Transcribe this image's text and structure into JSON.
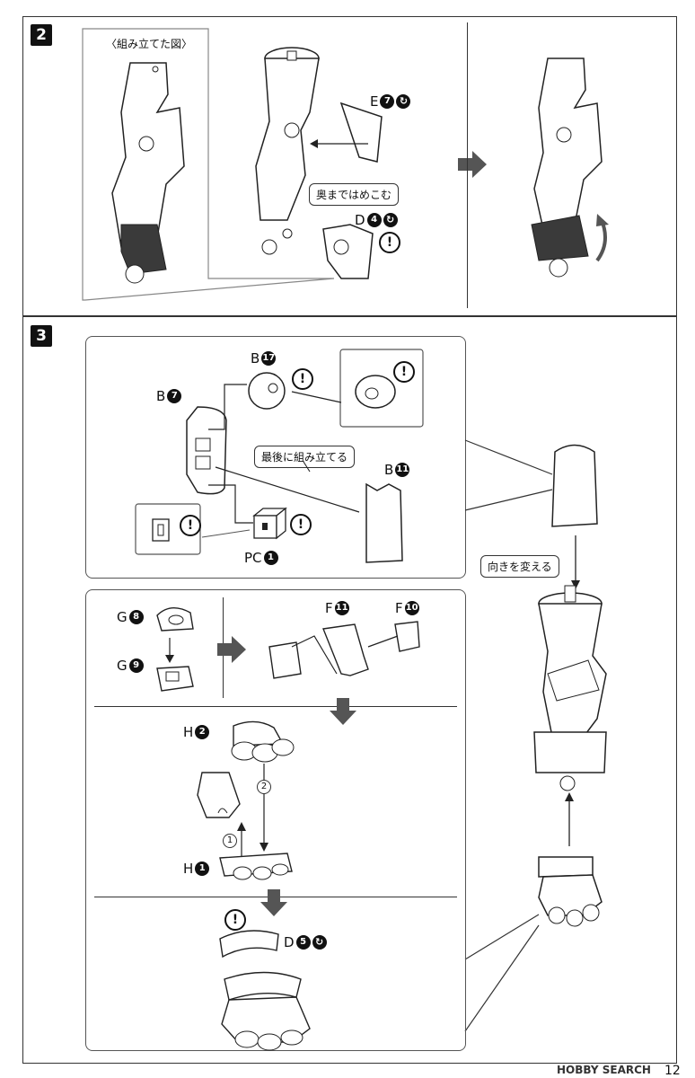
{
  "step2": {
    "number": "2",
    "assembled_label": "〈組み立てた図〉",
    "part_e": {
      "letter": "E",
      "num": "7"
    },
    "part_d": {
      "letter": "D",
      "num": "4"
    },
    "callout_press": "奥まではめこむ",
    "warn": "!"
  },
  "step3": {
    "number": "3",
    "part_b17": {
      "letter": "B",
      "num": "17"
    },
    "part_b7": {
      "letter": "B",
      "num": "7"
    },
    "part_b11": {
      "letter": "B",
      "num": "11"
    },
    "part_pc1": {
      "letter": "PC",
      "num": "1"
    },
    "callout_last": "最後に組み立てる",
    "callout_turn": "向きを変える",
    "part_g8": {
      "letter": "G",
      "num": "8"
    },
    "part_g9": {
      "letter": "G",
      "num": "9"
    },
    "part_f11": {
      "letter": "F",
      "num": "11"
    },
    "part_f10": {
      "letter": "F",
      "num": "10"
    },
    "part_h2": {
      "letter": "H",
      "num": "2"
    },
    "part_h1": {
      "letter": "H",
      "num": "1"
    },
    "part_d5": {
      "letter": "D",
      "num": "5"
    },
    "order_1": "1",
    "order_2": "2",
    "warn": "!"
  },
  "footer": {
    "watermark": "HOBBY SEARCH",
    "page_number": "12"
  },
  "colors": {
    "dark_fill": "#3a3a3a",
    "line": "#222222",
    "arrow_gray": "#555555"
  }
}
